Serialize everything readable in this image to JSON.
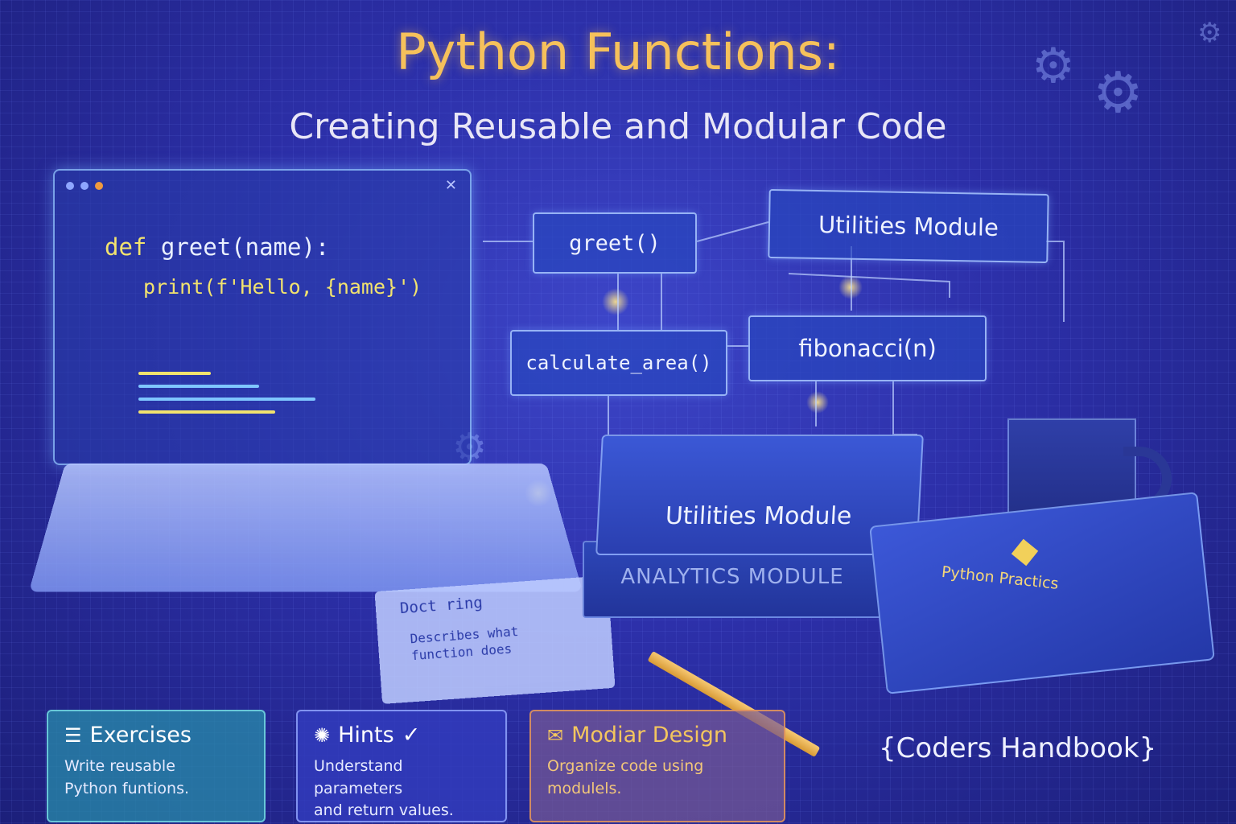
{
  "header": {
    "title": "Python Functions:",
    "subtitle": "Creating Reusable and Modular Code"
  },
  "code_window": {
    "line1_keyword": "def",
    "line1_rest": "greet(name):",
    "line2": "print(f'Hello, {name}')"
  },
  "diagram": {
    "greet": "greet()",
    "utilities_module": "Utilities Module",
    "calculate_area": "calculate_area()",
    "fibonacci": "fibonacci(n)"
  },
  "books": {
    "utilities_module": "Utilities Module",
    "analytics_module": "ANALYTICS MODULE",
    "python_practice": "Python Practics"
  },
  "notebook": {
    "docstring_title": "Doct ring",
    "docstring_body": "Describes what function does"
  },
  "cards": {
    "exercises": {
      "title": "Exercises",
      "desc_line1": "Write reusable",
      "desc_line2": "Python funtions."
    },
    "hints": {
      "title": "Hints",
      "check": "✓",
      "desc_line1": "Understand parameters",
      "desc_line2": "and return values."
    },
    "modular": {
      "title": "Modiar Design",
      "desc_line1": "Organize code using",
      "desc_line2": "modulels."
    }
  },
  "footer": {
    "brand": "{Coders Handbook}"
  },
  "colors": {
    "title": "#f6c15b",
    "background": "#2c2fa8",
    "accent_teal": "#28a0b4",
    "accent_orange": "#e69a5a"
  }
}
